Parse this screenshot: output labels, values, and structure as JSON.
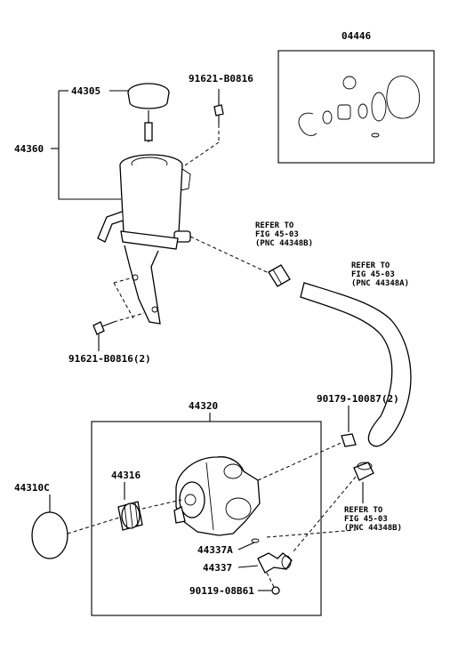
{
  "labels": {
    "kit": "04446",
    "cap": "44305",
    "reservoir": "44360",
    "bolt_top": "91621-B0816",
    "bolt_bottom": "91621-B0816(2)",
    "pump_assy": "44320",
    "oring": "44310C",
    "pulley": "44316",
    "gasket": "44337A",
    "bracket": "44337",
    "bolt_small": "90119-08B61",
    "clamp": "90179-10087(2)"
  },
  "refer_1": {
    "line1": "REFER TO",
    "line2": "FIG 45-03",
    "line3": "(PNC 44348B)"
  },
  "refer_2": {
    "line1": "REFER TO",
    "line2": "FIG 45-03",
    "line3": "(PNC 44348A)"
  },
  "refer_3": {
    "line1": "REFER TO",
    "line2": "FIG 45-03",
    "line3": "(PNC 44348B)"
  }
}
